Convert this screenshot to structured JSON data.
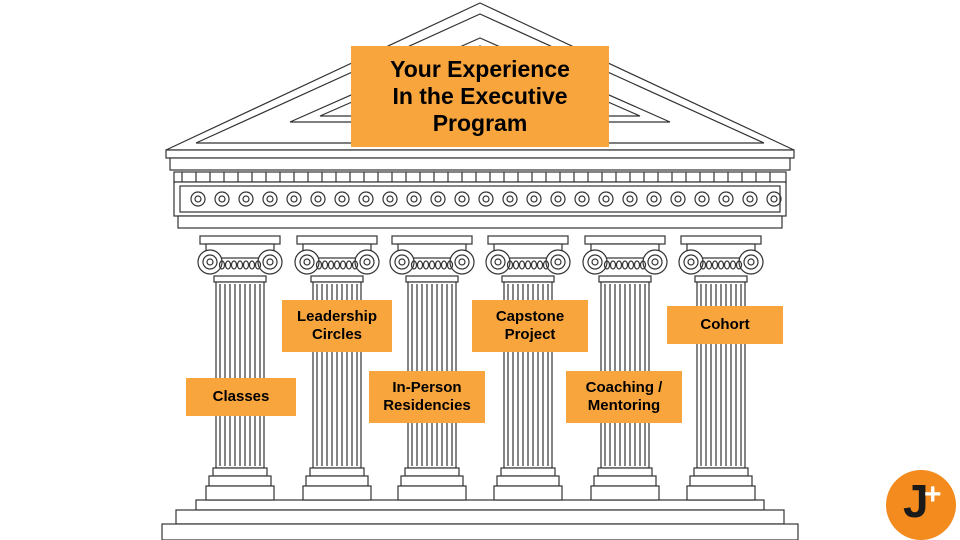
{
  "title": "Your Experience\nIn the Executive\nProgram",
  "pillars": [
    {
      "label": "Classes"
    },
    {
      "label": "Leadership\nCircles"
    },
    {
      "label": "In-Person\nResidencies"
    },
    {
      "label": "Capstone\nProject"
    },
    {
      "label": "Coaching /\nMentoring"
    },
    {
      "label": "Cohort"
    }
  ],
  "colors": {
    "accent": "#F9A53E",
    "logo_bg": "#F38B1F",
    "line": "#333333"
  },
  "logo": {
    "letter": "J",
    "symbol": "+"
  }
}
